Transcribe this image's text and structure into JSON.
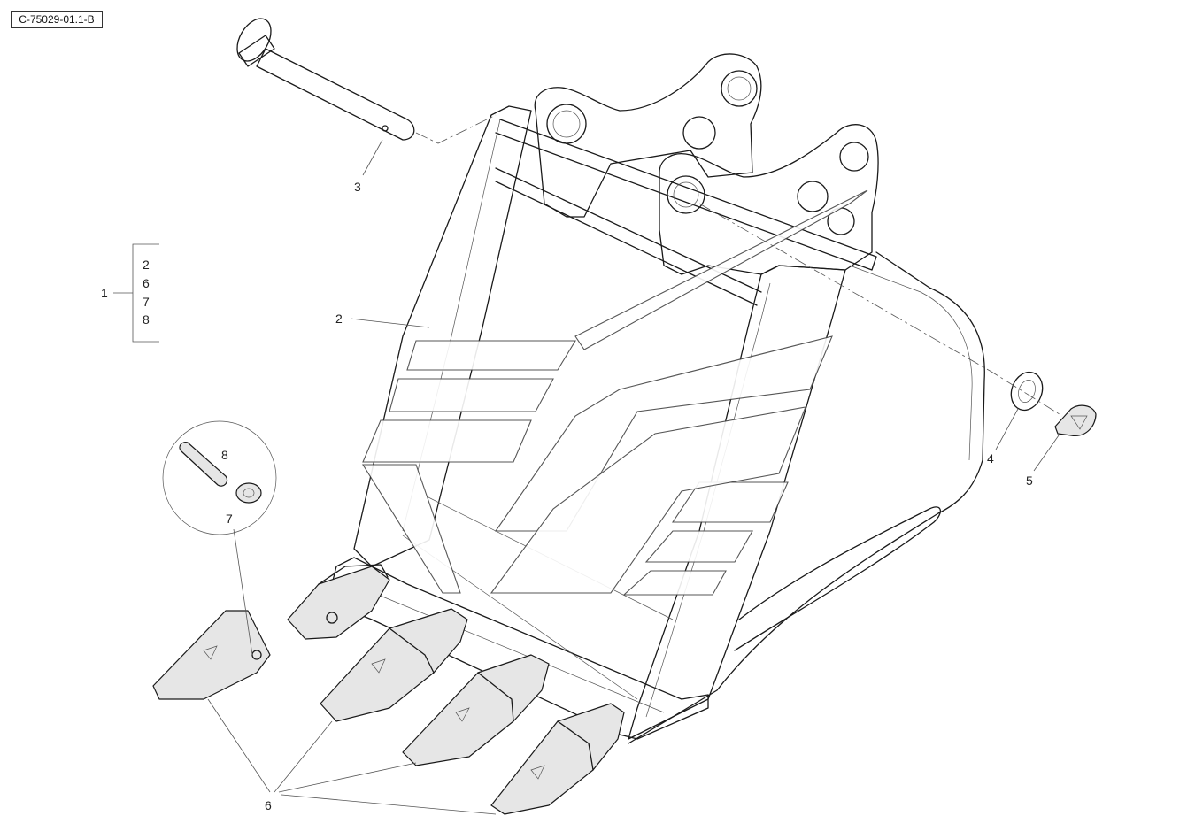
{
  "drawing_ref": "C-75029-01.1-B",
  "callouts": {
    "c1": "1",
    "c2": "2",
    "c3": "3",
    "c4": "4",
    "c5": "5",
    "c6": "6",
    "c7": "7",
    "c8": "8"
  },
  "kit_list": [
    "2",
    "6",
    "7",
    "8"
  ]
}
